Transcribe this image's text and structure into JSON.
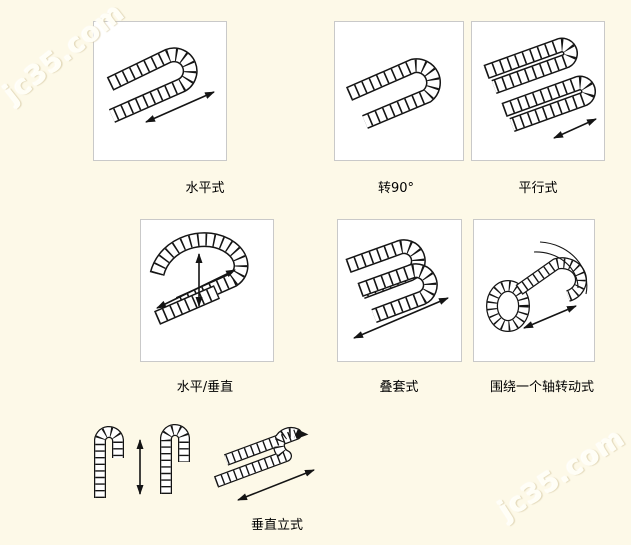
{
  "page": {
    "background_color": "#fdf9e8",
    "watermarks": [
      {
        "text": "jc35.com",
        "position": "top-left"
      },
      {
        "text": "jc35.com",
        "position": "bottom-right"
      }
    ]
  },
  "figures": [
    {
      "name": "horizontal",
      "label": "水平式"
    },
    {
      "name": "turn-90",
      "label": "转90°"
    },
    {
      "name": "parallel",
      "label": "平行式"
    },
    {
      "name": "horizontal-vertical",
      "label": "水平/垂直"
    },
    {
      "name": "nested",
      "label": "叠套式"
    },
    {
      "name": "rotate-around-one-axis",
      "label": "围绕一个轴转动式"
    },
    {
      "name": "vertical-standing",
      "label": "垂直立式"
    }
  ],
  "colors": {
    "box_background": "#ffffff",
    "box_border": "#c9c9c9",
    "drawing_line": "#141414"
  }
}
